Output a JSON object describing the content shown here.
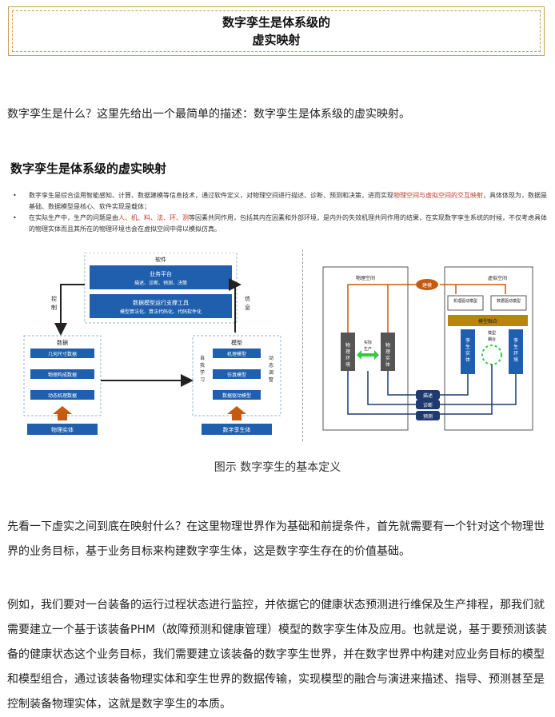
{
  "header": {
    "title_line1": "数字孪生是体系级的",
    "title_line2": "虚实映射"
  },
  "intro": "数字孪生是什么？这里先给出一个最简单的描述：数字孪生是体系级的虚实映射。",
  "figure": {
    "title": "数字孪生是体系级的虚实映射",
    "bullet1_a": "数字孪生是综合运用智能感知、计算、数据建模等信息技术，通过软件定义，对物理空间进行描述、诊断、预测和决策，进而实现",
    "bullet1_red": "物理空间与虚拟空间的交互映射",
    "bullet1_b": "，具体体现为，数据是基础、数据模型是核心、软件实现是载体；",
    "bullet2_a": "在实际生产中，生产的问题是由",
    "bullet2_red": "人、机、料、法、环、测",
    "bullet2_b": "等因素共同作用，包括其内在因素和外部环境，是内外的失效机理共同作用的结果，在实现数字孪生系统的时候，不仅考虑具体的物理实体而且其所在的物理环境也会在虚拟空间中得以模拟仿真。",
    "left_diagram": {
      "software": "软件",
      "biz_platform": "业务平台",
      "biz_sub": "描述、诊断、预测、决策",
      "data_model_tool": "数据模型运行支撑工具",
      "data_model_sub": "模型算法化、算法代码化、代码软件化",
      "control": "控制",
      "info": "信息",
      "data": "数据",
      "geo_data": "几何尺寸数据",
      "phys_data": "物理构成数据",
      "dyn_data": "动态机理数据",
      "phys_entity": "物理实体",
      "model": "模型",
      "mech_model": "机理模型",
      "sim_model": "仿真模型",
      "data_driven_model": "数据驱动模型",
      "self_learn": "自我学习",
      "dyn_adjust": "动态调整",
      "twin": "数字孪生体"
    },
    "right_diagram": {
      "phys_space": "物理空间",
      "virt_space": "虚拟空间",
      "build": "建模",
      "mech_driven": "机理驱动模型",
      "data_driven": "数据驱动模型",
      "model_fusion": "模型融合",
      "phys_env_l": "物理环境",
      "phys_entity": "物理实体",
      "actual_prod": "实际生产",
      "twin_entity": "孪生实体",
      "twin_env": "孪生环境",
      "model_coupling": "模型耦合",
      "describe": "描述",
      "diagnose": "诊断",
      "predict": "预测"
    }
  },
  "caption": "图示 数字孪生的基本定义",
  "para2": "先看一下虚实之间到底在映射什么？在这里物理世界作为基础和前提条件，首先就需要有一个针对这个物理世界的业务目标，基于业务目标来构建数字孪生体，这是数字孪生存在的价值基础。",
  "para3": "例如，我们要对一台装备的运行过程状态进行监控，并依据它的健康状态预测进行维保及生产排程，那我们就需要建立一个基于该装备PHM（故障预测和健康管理）模型的数字孪生体及应用。也就是说，基于要预测该装备的健康状态这个业务目标，我们需要建立该装备的数字孪生世界，并在数字世界中构建对应业务目标的模型和模型组合，通过该装备物理实体和孪生世界的数据传输，实现模型的融合与演进来描述、指导、预测甚至是控制装备物理实体，这就是数字孪生的本质。",
  "colors": {
    "border_gold": "#c8a04a",
    "blue": "#1f5fae",
    "orange": "#c55a11",
    "gold": "#b8860b",
    "navy": "#1f3a6e",
    "green": "#2ecc40",
    "red": "#c0392b"
  }
}
